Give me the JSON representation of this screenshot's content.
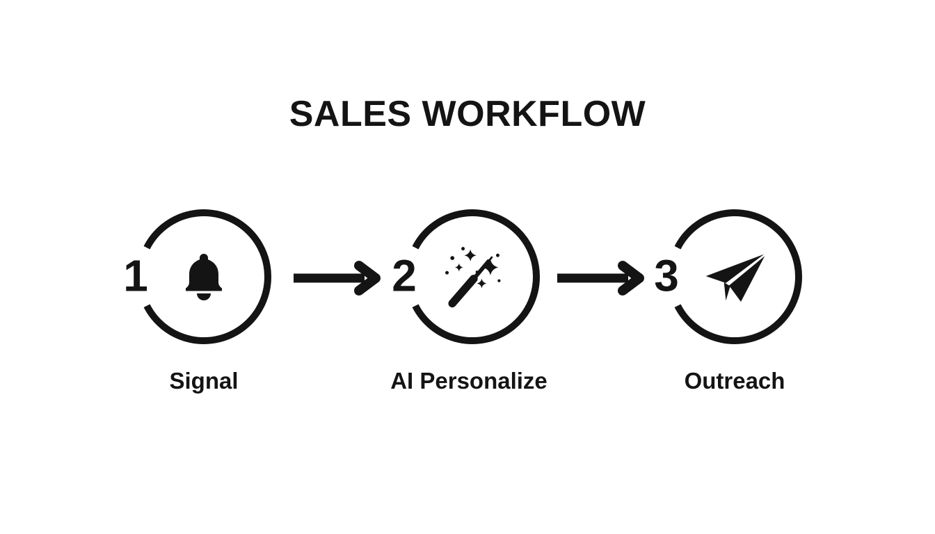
{
  "title": "SALES WORKFLOW",
  "colors": {
    "background": "#ffffff",
    "ink": "#141414"
  },
  "workflow": {
    "steps": [
      {
        "number": "1",
        "label": "Signal",
        "icon": "bell-icon"
      },
      {
        "number": "2",
        "label": "AI Personalize",
        "icon": "magic-wand-icon"
      },
      {
        "number": "3",
        "label": "Outreach",
        "icon": "paper-plane-icon"
      }
    ],
    "connectors": [
      {
        "from": "Signal",
        "to": "AI Personalize",
        "type": "arrow-right"
      },
      {
        "from": "AI Personalize",
        "to": "Outreach",
        "type": "arrow-right"
      }
    ]
  }
}
